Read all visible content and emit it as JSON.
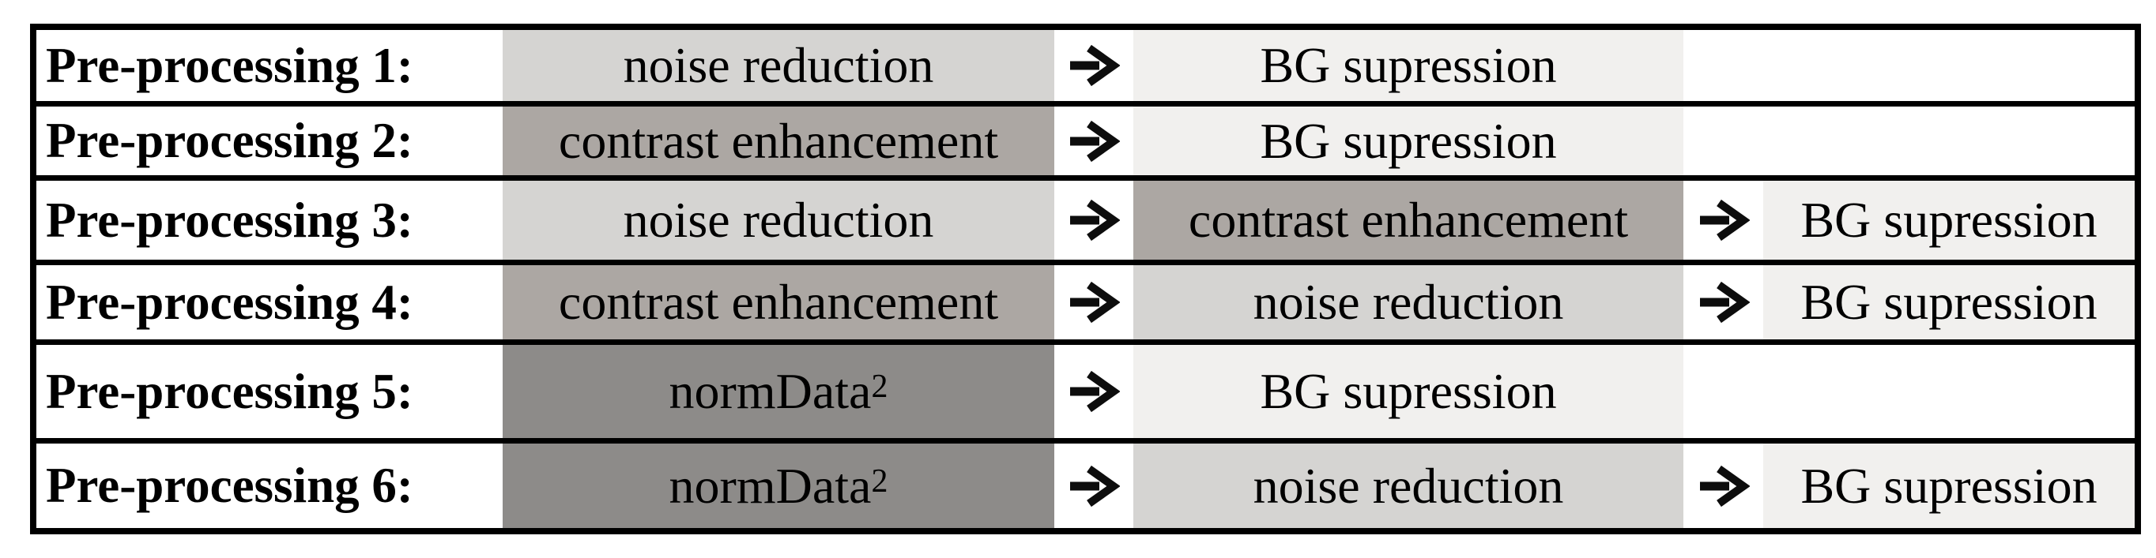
{
  "figure": {
    "type": "preprocessing-pipeline-table",
    "background_color": "#ffffff",
    "border_color": "#000000",
    "text_color": "#000000",
    "arrow_icon": "right-arrow",
    "shade_colors": {
      "light": "#d5d4d2",
      "medium": "#aca7a3",
      "dark": "#8d8b89",
      "faint": "#f1f0ee"
    },
    "rows": [
      {
        "label": "Pre-processing 1:",
        "steps": [
          {
            "text": "noise reduction",
            "shade": "light"
          },
          {
            "text": "BG supression",
            "shade": "faint"
          }
        ]
      },
      {
        "label": "Pre-processing 2:",
        "steps": [
          {
            "text": "contrast enhancement",
            "shade": "medium"
          },
          {
            "text": "BG supression",
            "shade": "faint"
          }
        ]
      },
      {
        "label": "Pre-processing 3:",
        "steps": [
          {
            "text": "noise reduction",
            "shade": "light"
          },
          {
            "text": "contrast enhancement",
            "shade": "medium"
          },
          {
            "text": "BG supression",
            "shade": "faint"
          }
        ]
      },
      {
        "label": "Pre-processing 4:",
        "steps": [
          {
            "text": "contrast enhancement",
            "shade": "medium"
          },
          {
            "text": "noise reduction",
            "shade": "light"
          },
          {
            "text": "BG supression",
            "shade": "faint"
          }
        ]
      },
      {
        "label": "Pre-processing 5:",
        "steps": [
          {
            "text": "normData",
            "superscript": "2",
            "shade": "dark"
          },
          {
            "text": "BG supression",
            "shade": "faint"
          }
        ]
      },
      {
        "label": "Pre-processing 6:",
        "steps": [
          {
            "text": "normData",
            "superscript": "2",
            "shade": "dark"
          },
          {
            "text": "noise reduction",
            "shade": "light"
          },
          {
            "text": "BG supression",
            "shade": "faint"
          }
        ]
      }
    ]
  }
}
